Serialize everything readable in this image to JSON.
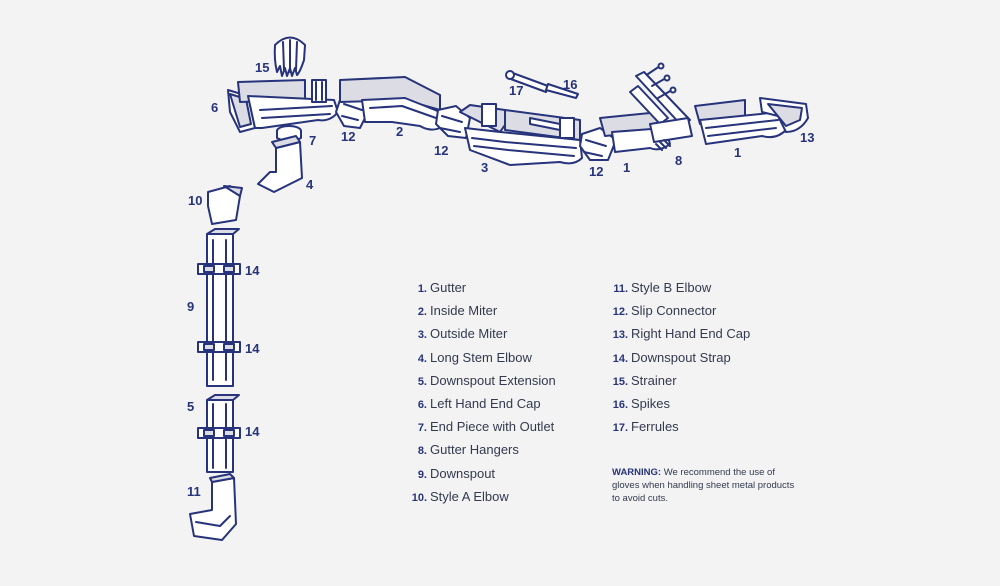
{
  "callouts": {
    "c1a": "1",
    "c1b": "1",
    "c2": "2",
    "c3": "3",
    "c4": "4",
    "c5": "5",
    "c6": "6",
    "c7": "7",
    "c8": "8",
    "c9": "9",
    "c10": "10",
    "c11": "11",
    "c12a": "12",
    "c12b": "12",
    "c12c": "12",
    "c13": "13",
    "c14a": "14",
    "c14b": "14",
    "c14c": "14",
    "c15": "15",
    "c16": "16",
    "c17": "17"
  },
  "legend": {
    "left": [
      {
        "num": "1.",
        "label": "Gutter"
      },
      {
        "num": "2.",
        "label": "Inside Miter"
      },
      {
        "num": "3.",
        "label": "Outside Miter"
      },
      {
        "num": "4.",
        "label": "Long Stem Elbow"
      },
      {
        "num": "5.",
        "label": "Downspout Extension"
      },
      {
        "num": "6.",
        "label": "Left Hand End Cap"
      },
      {
        "num": "7.",
        "label": "End Piece with Outlet"
      },
      {
        "num": "8.",
        "label": "Gutter Hangers"
      },
      {
        "num": "9.",
        "label": "Downspout"
      },
      {
        "num": "10.",
        "label": "Style A Elbow"
      }
    ],
    "right": [
      {
        "num": "11.",
        "label": "Style B Elbow"
      },
      {
        "num": "12.",
        "label": "Slip Connector"
      },
      {
        "num": "13.",
        "label": "Right Hand End Cap"
      },
      {
        "num": "14.",
        "label": "Downspout Strap"
      },
      {
        "num": "15.",
        "label": "Strainer"
      },
      {
        "num": "16.",
        "label": "Spikes"
      },
      {
        "num": "17.",
        "label": "Ferrules"
      }
    ]
  },
  "warning": {
    "label": "WARNING:",
    "text": " We recommend the use of gloves when handling sheet metal products to avoid cuts."
  },
  "colors": {
    "background": "#f3f3f4",
    "ink": "#27337a",
    "text": "#333a4d"
  }
}
